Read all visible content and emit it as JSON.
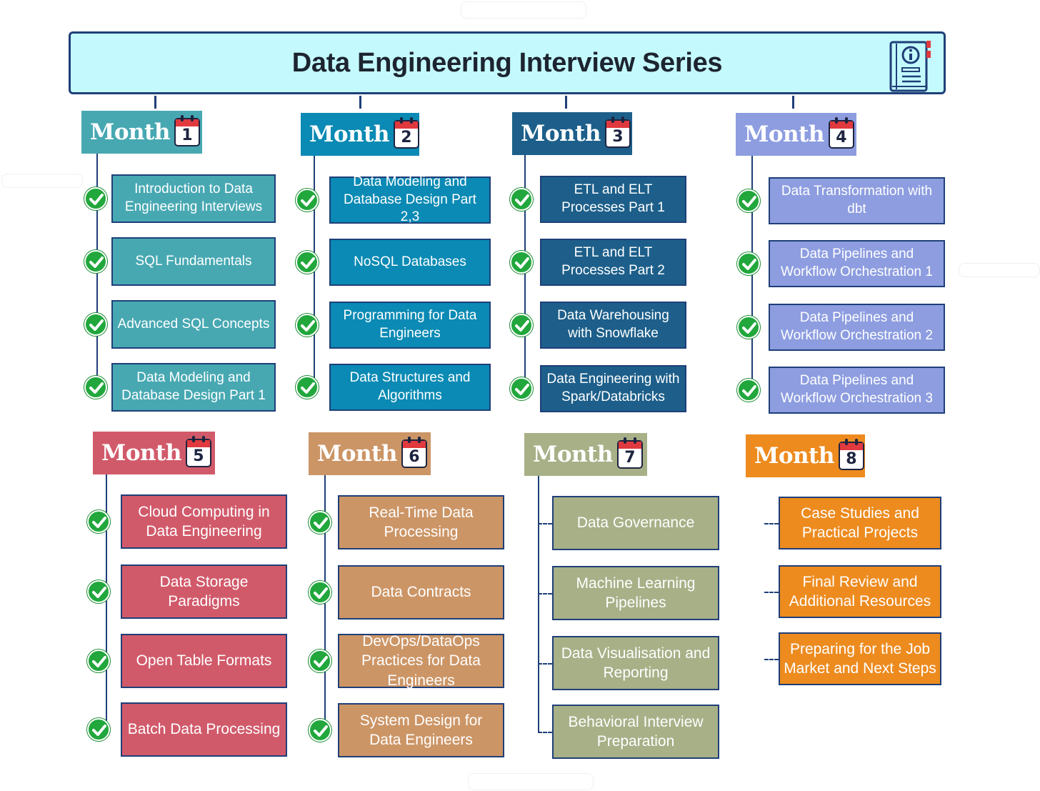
{
  "title": "Data Engineering Interview Series",
  "month_label": "Month",
  "colors": {
    "title_bg": "#c4fafd",
    "border": "#1f3f78",
    "check": "#21a73c"
  },
  "months": [
    {
      "number": "1",
      "color": "#47a8b2",
      "completed": true,
      "topics": [
        "Introduction to Data Engineering Interviews",
        "SQL Fundamentals",
        "Advanced SQL Concepts",
        "Data Modeling and Database Design Part 1"
      ]
    },
    {
      "number": "2",
      "color": "#0a8ab4",
      "completed": true,
      "topics": [
        "Data Modeling and Database Design Part 2,3",
        "NoSQL Databases",
        "Programming for Data Engineers",
        "Data Structures and Algorithms"
      ]
    },
    {
      "number": "3",
      "color": "#1d5f8a",
      "completed": true,
      "topics": [
        "ETL and ELT Processes Part 1",
        "ETL and ELT Processes Part 2",
        "Data Warehousing with Snowflake",
        "Data Engineering with Spark/Databricks"
      ]
    },
    {
      "number": "4",
      "color": "#8d9de0",
      "completed": true,
      "topics": [
        "Data Transformation with dbt",
        "Data Pipelines and Workflow Orchestration 1",
        "Data Pipelines and Workflow Orchestration 2",
        "Data Pipelines and Workflow Orchestration 3"
      ]
    },
    {
      "number": "5",
      "color": "#d15a6a",
      "completed": true,
      "topics": [
        "Cloud Computing in Data Engineering",
        "Data Storage Paradigms",
        "Open Table Formats",
        "Batch Data Processing"
      ]
    },
    {
      "number": "6",
      "color": "#cc9566",
      "completed": true,
      "topics": [
        "Real-Time Data Processing",
        "Data Contracts",
        "DevOps/DataOps Practices for Data Engineers",
        "System Design for Data Engineers"
      ]
    },
    {
      "number": "7",
      "color": "#a7b087",
      "completed": false,
      "topics": [
        "Data Governance",
        "Machine Learning Pipelines",
        "Data Visualisation and Reporting",
        "Behavioral Interview Preparation"
      ]
    },
    {
      "number": "8",
      "color": "#ed8b1f",
      "completed": false,
      "topics": [
        "Case Studies and Practical Projects",
        "Final Review and Additional Resources",
        "Preparing for the Job Market and Next Steps"
      ]
    }
  ]
}
